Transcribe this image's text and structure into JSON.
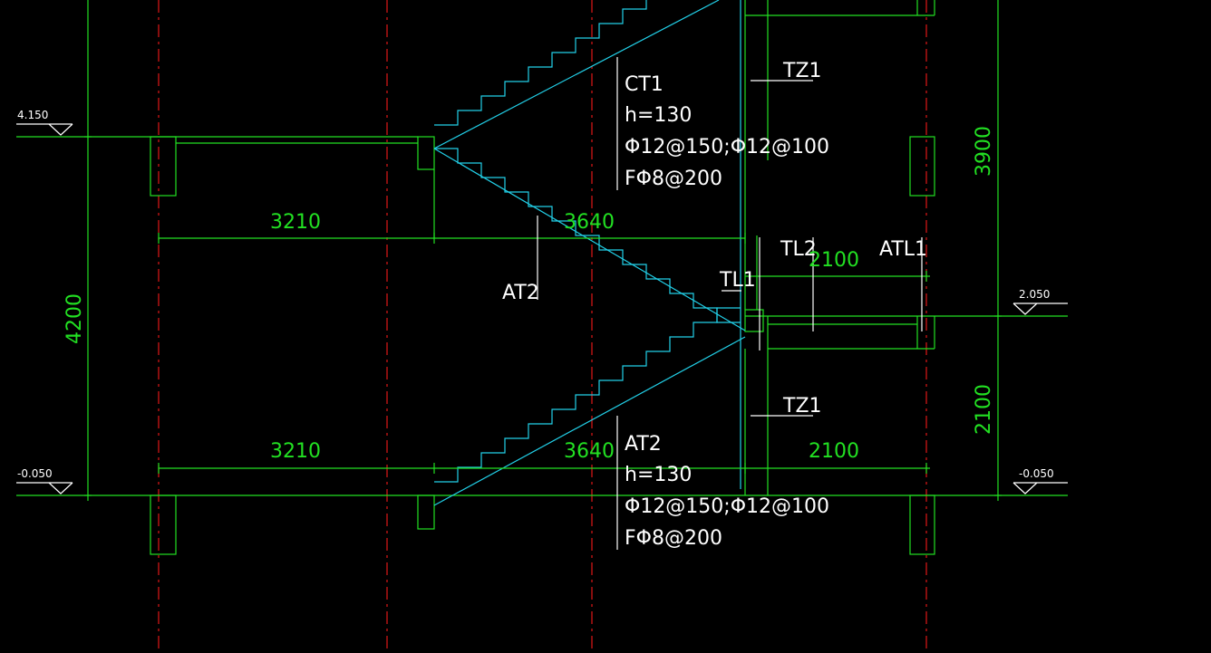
{
  "colors": {
    "background": "#000000",
    "axis_line": "#e01818",
    "structure_line": "#22e022",
    "stair_line": "#22d0e8",
    "text_label": "#ffffff",
    "dimension_text": "#22e022"
  },
  "elevations": {
    "top": "4.150",
    "mid": "2.050",
    "bottom_left": "-0.050",
    "bottom_right": "-0.050"
  },
  "dimensions": {
    "left_height": "4200",
    "right_upper": "3900",
    "right_lower": "2100",
    "row1_left": "3210",
    "row1_mid": "3640",
    "row1_right": "2100",
    "row2_left": "3210",
    "row2_mid": "3640",
    "row2_right": "2100"
  },
  "labels": {
    "tz1_top": "TZ1",
    "tz1_bottom": "TZ1",
    "tl1": "TL1",
    "tl2": "TL2",
    "atl1": "ATL1",
    "at2_mid": "AT2"
  },
  "notes": {
    "ct1": [
      "CT1",
      "h=130",
      "Φ12@150;Φ12@100",
      "FΦ8@200"
    ],
    "at2": [
      "AT2",
      "h=130",
      "Φ12@150;Φ12@100",
      "FΦ8@200"
    ]
  }
}
